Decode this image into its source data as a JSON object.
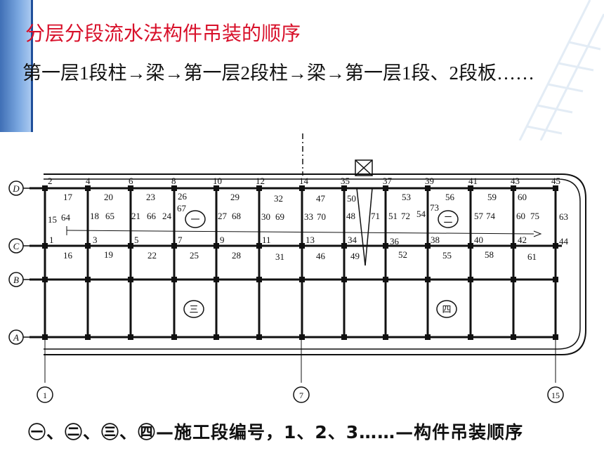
{
  "title": "分层分段流水法构件吊装的顺序",
  "body_text": "第一层1段柱→梁→第一层2段柱→梁→第一层1段、2段板……",
  "caption": "㊀、㊁、㊂、㊃—施工段编号，1、2、3……—构件吊装顺序",
  "colors": {
    "title": "#d8102a",
    "accent": "#3f6fb5"
  },
  "plan": {
    "row_axes": [
      "D",
      "C",
      "B",
      "A"
    ],
    "col_axes": [
      "1",
      "7",
      "15"
    ],
    "segments": [
      "一",
      "二",
      "三",
      "四"
    ],
    "labels": [
      "2",
      "4",
      "6",
      "8",
      "10",
      "12",
      "14",
      "35",
      "37",
      "39",
      "41",
      "43",
      "45",
      "17",
      "20",
      "23",
      "26",
      "29",
      "32",
      "47",
      "50",
      "53",
      "56",
      "59",
      "60",
      "67",
      "73",
      "15",
      "64",
      "18",
      "65",
      "21",
      "66",
      "24",
      "27",
      "68",
      "30",
      "69",
      "33",
      "70",
      "48",
      "71",
      "51",
      "72",
      "54",
      "57",
      "74",
      "60",
      "75",
      "63",
      "1",
      "3",
      "5",
      "7",
      "9",
      "11",
      "13",
      "34",
      "36",
      "38",
      "40",
      "42",
      "44",
      "16",
      "19",
      "22",
      "25",
      "28",
      "31",
      "46",
      "49",
      "52",
      "55",
      "58",
      "61"
    ]
  }
}
